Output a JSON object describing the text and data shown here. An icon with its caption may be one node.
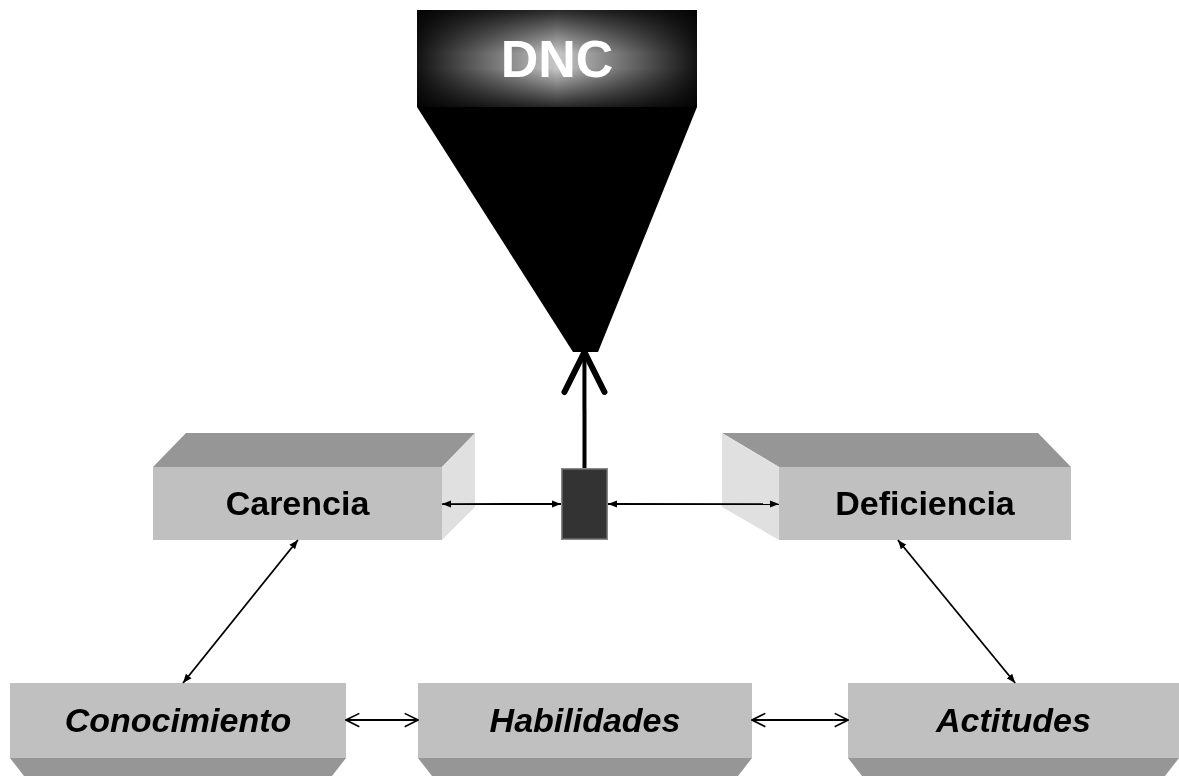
{
  "diagram": {
    "nodes": [
      {
        "text": [
          "DNC"
        ]
      },
      {
        "text": [],
        "shape": "box"
      },
      {
        "text": [
          "Carencia"
        ]
      },
      {
        "text": [
          "Deficiencia"
        ]
      },
      {
        "text": [
          "Conocimiento"
        ]
      },
      {
        "text": [
          "Habilidades"
        ]
      },
      {
        "text": [
          "Actitudes"
        ]
      }
    ],
    "edges": [
      {
        "from": 1,
        "to": 0,
        "arrow": "to",
        "style": "thick"
      },
      {
        "from": 2,
        "to": 1,
        "arrow": "both"
      },
      {
        "from": 1,
        "to": 3,
        "arrow": "both"
      },
      {
        "from": 2,
        "to": 4,
        "arrow": "both"
      },
      {
        "from": 3,
        "to": 6,
        "arrow": "both"
      },
      {
        "from": 4,
        "to": 5,
        "arrow": "both"
      },
      {
        "from": 5,
        "to": 6,
        "arrow": "both"
      }
    ]
  }
}
